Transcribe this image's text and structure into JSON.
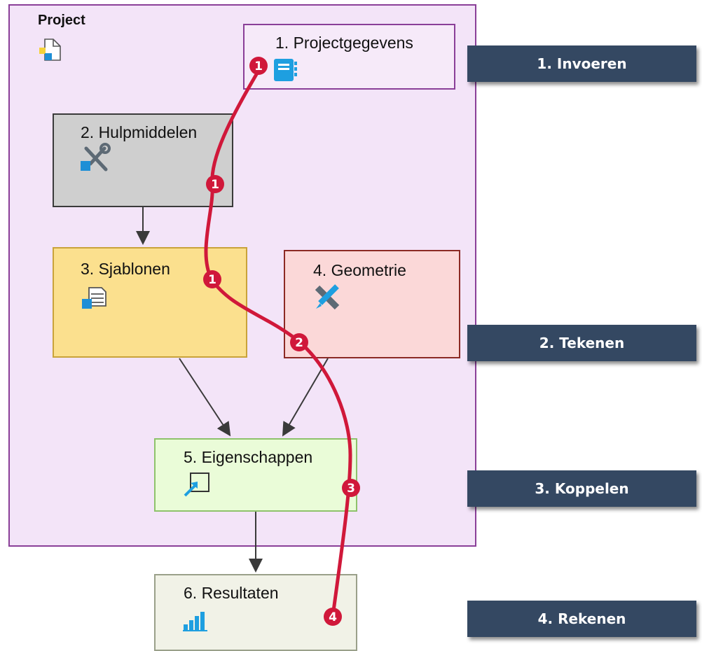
{
  "project": {
    "title": "Project",
    "icon": "document-icon"
  },
  "boxes": {
    "projectgegevens": {
      "label": "1. Projectgegevens",
      "icon": "notebook-icon"
    },
    "hulpmiddelen": {
      "label": "2. Hulpmiddelen",
      "icon": "tools-icon"
    },
    "sjablonen": {
      "label": "3. Sjablonen",
      "icon": "template-stack-icon"
    },
    "geometrie": {
      "label": "4. Geometrie",
      "icon": "pencil-ruler-icon"
    },
    "eigenschappen": {
      "label": "5. Eigenschappen",
      "icon": "assign-arrow-icon"
    },
    "resultaten": {
      "label": "6. Resultaten",
      "icon": "bar-chart-icon"
    }
  },
  "steps": {
    "invoeren": "1. Invoeren",
    "tekenen": "2. Tekenen",
    "koppelen": "3. Koppelen",
    "rekenen": "4. Rekenen"
  },
  "markers": [
    "1",
    "1",
    "1",
    "2",
    "3",
    "4"
  ],
  "colors": {
    "path": "#d0183a",
    "step_bg": "#344862",
    "project_bg": "#f3e4f8",
    "project_border": "#8a3f98"
  }
}
